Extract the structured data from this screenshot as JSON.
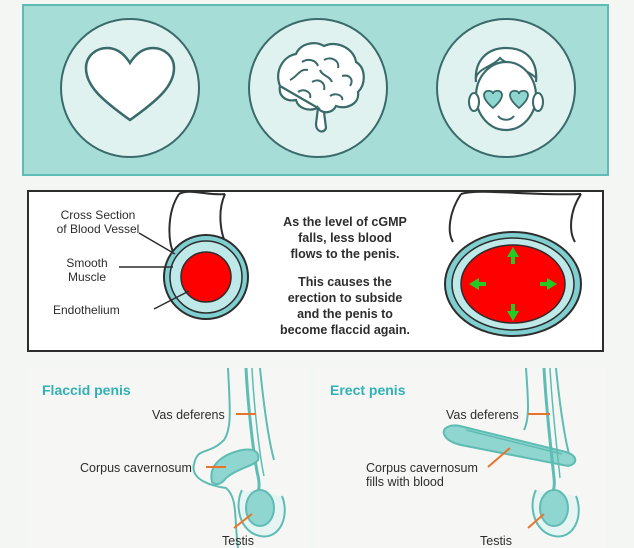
{
  "top_icons": [
    {
      "name": "heart"
    },
    {
      "name": "brain"
    },
    {
      "name": "face-heart-eyes"
    }
  ],
  "cross_section": {
    "label_cross_section": "Cross Section\nof Blood Vessel",
    "label_smooth_muscle": "Smooth\nMuscle",
    "label_endothelium": "Endothelium"
  },
  "explanation": {
    "paragraph1": "As the level of cGMP\nfalls, less blood\nflows to the penis.",
    "paragraph2": "This causes the\nerection to subside\nand the penis to\nbecome flaccid again."
  },
  "flaccid": {
    "title": "Flaccid penis",
    "vas_deferens": "Vas deferens",
    "corpus": "Corpus cavernosum",
    "testis": "Testis"
  },
  "erect": {
    "title": "Erect penis",
    "vas_deferens": "Vas deferens",
    "corpus": "Corpus cavernosum\nfills with blood",
    "testis": "Testis"
  },
  "colors": {
    "teal": "#5fbcb4",
    "red": "#ff0000",
    "green": "#22cc22",
    "orange": "#e8742a"
  }
}
